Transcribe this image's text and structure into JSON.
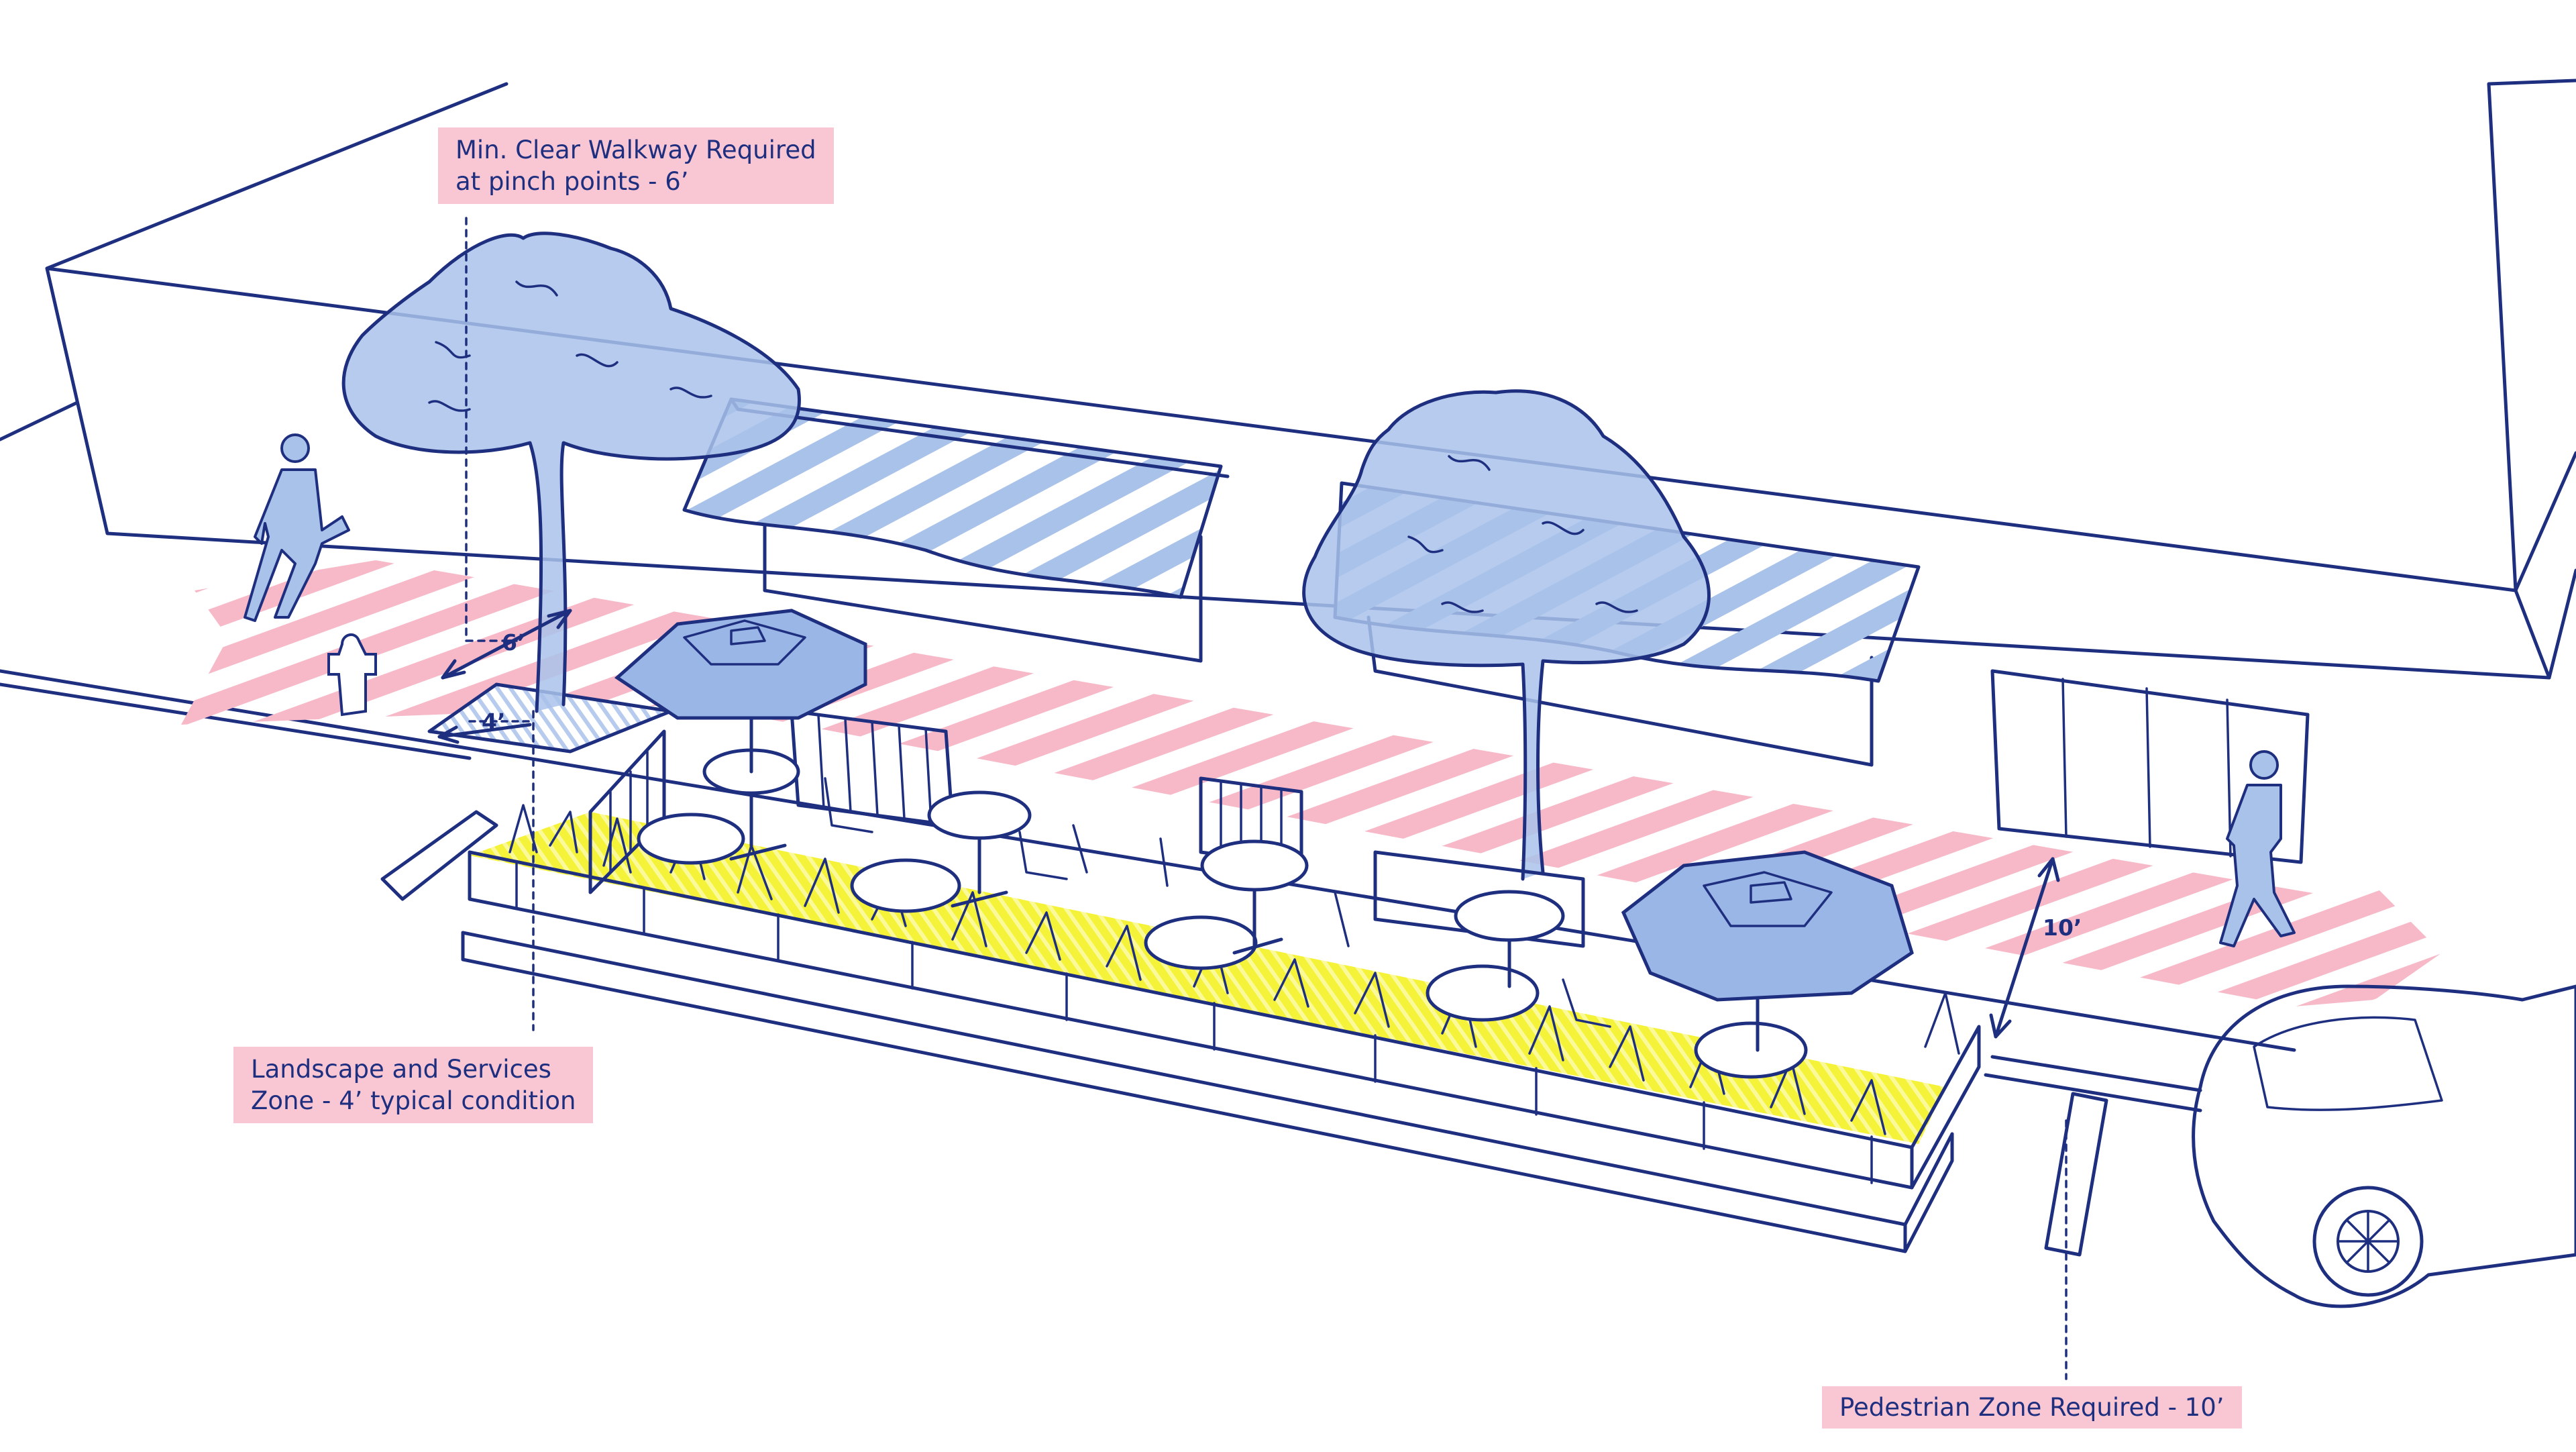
{
  "labels": {
    "walkway": {
      "line1": "Min. Clear Walkway Required",
      "line2": "at pinch points - 6’"
    },
    "landscape": {
      "line1": "Landscape and Services",
      "line2": "Zone - 4’ typical condition"
    },
    "pedestrian": {
      "line1": "Pedestrian Zone Required - 10’"
    }
  },
  "dimensions": {
    "walkway_width": "6’",
    "landscape_width": "4’",
    "pedestrian_width": "10’"
  },
  "colors": {
    "ink": "#1f2f80",
    "label_bg": "#f8c7d3",
    "pedestrian_zone": "#f7b9c8",
    "tree_fill": "#a9c2ea",
    "umbrella_fill": "#9ab6e6",
    "dining_floor": "#f2ee1c",
    "awning_stripe": "#a9c2ea"
  }
}
